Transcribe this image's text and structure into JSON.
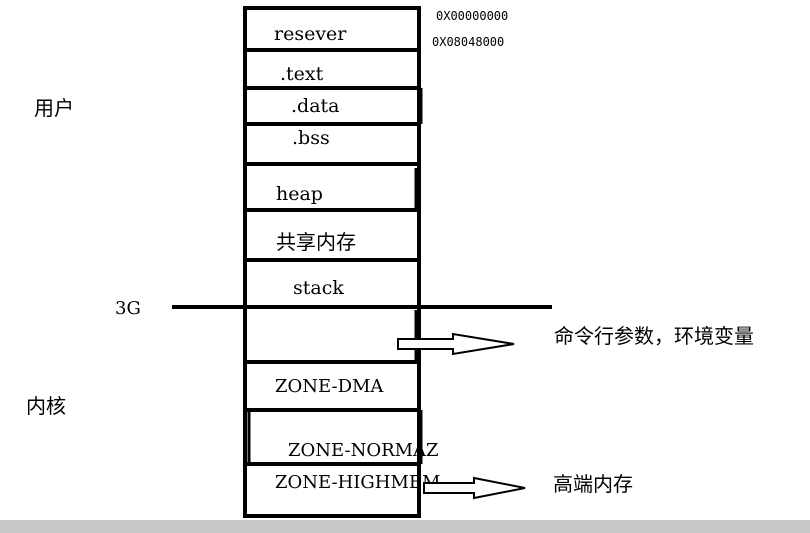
{
  "addresses": {
    "top": "0X00000000",
    "second": "0X08048000"
  },
  "segments": {
    "reserved": "resever",
    "text": ".text",
    "data": ".data",
    "bss": ".bss",
    "heap": "heap",
    "shared_memory": "共享内存",
    "stack": "stack",
    "zone_dma": "ZONE-DMA",
    "zone_normal": "ZONE-NORMAZ",
    "zone_highmem": "ZONE-HIGHMEM"
  },
  "side_labels": {
    "user": "用户",
    "boundary": "3G",
    "kernel": "内核"
  },
  "annotations": {
    "args_env": "命令行参数，环境变量",
    "high_memory": "高端内存"
  }
}
